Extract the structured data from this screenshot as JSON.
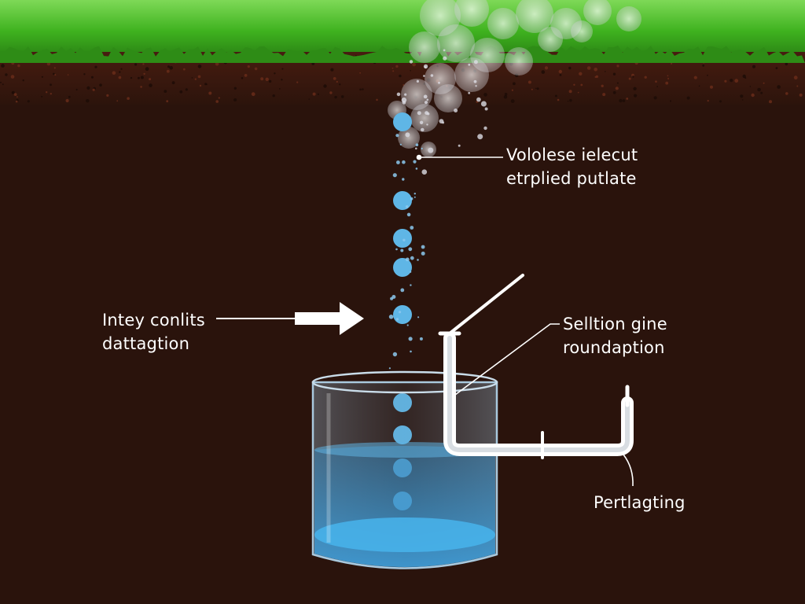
{
  "colors": {
    "grass": "#3fb21f",
    "grass_light": "#8fe05a",
    "topsoil": "#3a170e",
    "soil": "#2a130c",
    "water": "#4aa3d8",
    "droplet": "#5fb6e6",
    "pipe": "#ffffff",
    "text": "#ffffff"
  },
  "labels": {
    "top": {
      "line1": "Vololese ielecut",
      "line2": "etrplied putlate"
    },
    "left": {
      "line1": "Intey conlits",
      "line2": "dattagtion"
    },
    "right": {
      "line1": "Selltion gine",
      "line2": "roundaption"
    },
    "bottom": {
      "line1": "Pertlagting"
    }
  },
  "icons": [
    "arrow-right-icon",
    "pipe-icon",
    "water-tank-icon",
    "droplet-icon"
  ]
}
